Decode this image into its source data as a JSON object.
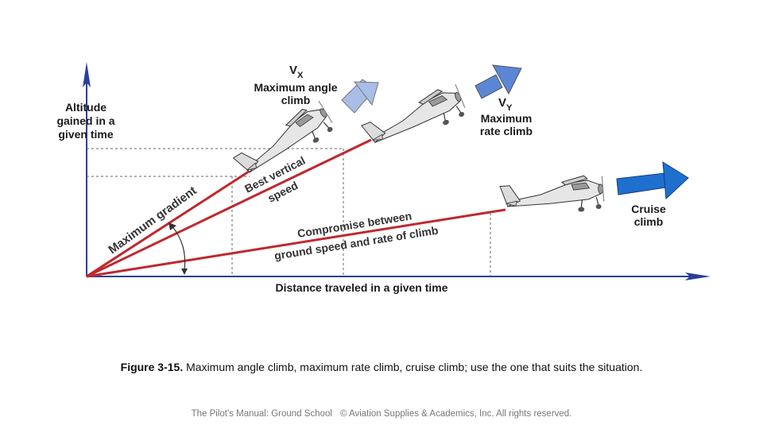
{
  "diagram": {
    "y_axis_label": [
      "Altitude",
      "gained in a",
      "given time"
    ],
    "x_axis_label": "Distance traveled in a given time",
    "vx": {
      "symbol": "V",
      "subscript": "X",
      "label": [
        "Maximum angle",
        "climb"
      ]
    },
    "vy": {
      "symbol": "V",
      "subscript": "Y",
      "label": [
        "Maximum",
        "rate climb"
      ]
    },
    "cruise": {
      "label": [
        "Cruise",
        "climb"
      ]
    },
    "lines": {
      "max_gradient": "Maximum gradient",
      "best_vertical": [
        "Best vertical",
        "speed"
      ],
      "compromise": [
        "Compromise between",
        "ground speed and rate of climb"
      ]
    },
    "colors": {
      "line_red": "#c0272d",
      "arrow_light": "#a9bde6",
      "arrow_mid": "#5b86d6",
      "arrow_dark": "#1f6fcf",
      "axis": "#2a3f9a",
      "dash": "#666666"
    }
  },
  "caption": {
    "figure_number": "Figure 3-15.",
    "text": " Maximum angle climb, maximum rate climb, cruise climb; use the one that suits the situation."
  },
  "footer": {
    "left": "The Pilot's Manual: Ground School",
    "right": "© Aviation Supplies & Academics, Inc. All rights reserved."
  }
}
